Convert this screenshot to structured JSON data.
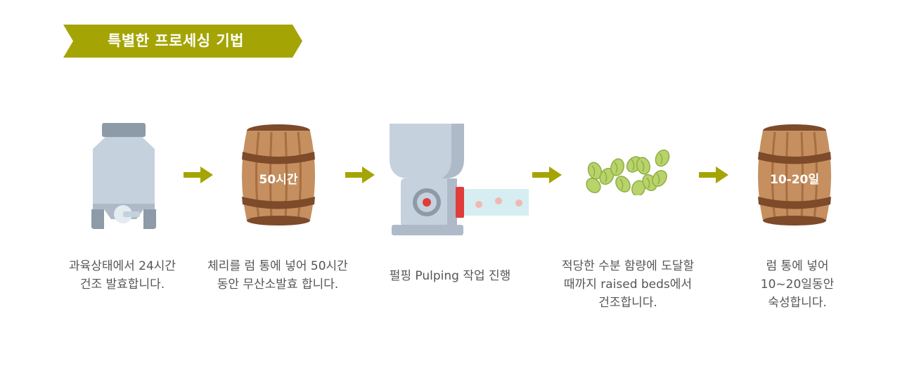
{
  "header": {
    "title": "특별한 프로세싱 기법"
  },
  "colors": {
    "accent": "#a4a405",
    "barrel_wood": "#c58f5f",
    "barrel_band": "#7d4a2a"
  },
  "steps": [
    {
      "icon": "tank-icon",
      "caption": [
        "과육상태에서 24시간",
        "건조 발효합니다."
      ]
    },
    {
      "icon": "barrel-icon",
      "badge": "50시간",
      "caption": [
        "체리를 럼 통에 넣어 50시간",
        "동안 무산소발효 합니다."
      ]
    },
    {
      "icon": "pulping-machine-icon",
      "caption": [
        "펄핑 Pulping 작업 진행"
      ]
    },
    {
      "icon": "coffee-beans-icon",
      "caption": [
        "적당한 수분 함량에 도달할",
        "때까지 raised beds에서",
        "건조합니다."
      ]
    },
    {
      "icon": "barrel-icon",
      "badge": "10-20일",
      "caption": [
        "럼 통에 넣어",
        "10~20일동안",
        "숙성합니다."
      ]
    }
  ]
}
